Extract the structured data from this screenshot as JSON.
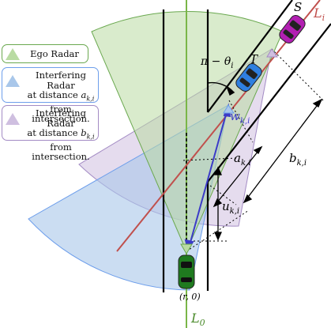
{
  "legend": {
    "ego": "Ego Radar",
    "interf_a": "Interfering Radar at distance a",
    "interf_a_line1": "Interfering Radar",
    "interf_a_line2_pre": "at distance ",
    "interf_a_sym": "a",
    "interf_a_sub": "k,i",
    "interf_a_line3": "from intersection.",
    "interf_b_line1": "Interfering Radar",
    "interf_b_line2_pre": "at distance ",
    "interf_b_sym": "b",
    "interf_b_sub": "k,i",
    "interf_b_line3": "from intersection."
  },
  "labels": {
    "S": "S",
    "T": "T",
    "L_i_main": "L",
    "L_i_sub": "i",
    "L_0_main": "L",
    "L_0_sub": "0",
    "angle": "π − θ",
    "angle_sub": "i",
    "w_main": "w",
    "w_sub": "k,i",
    "a_main": "a",
    "a_sub": "k,i",
    "b_main": "b",
    "b_sub": "k,i",
    "u_main": "u",
    "u_sub": "k,i",
    "origin": "(r, 0)"
  },
  "colors": {
    "ego_fill": "#b9dba3",
    "ego_stroke": "#6aa84f",
    "blue_fill": "#a9c7ea",
    "blue_stroke": "#6d9eeb",
    "purple_fill": "#cfbfe0",
    "purple_stroke": "#a38bc4",
    "line_red": "#c0504d",
    "line_green": "#7ab648",
    "vector_blue": "#3b3bc8",
    "car_green": "#1f7a1f",
    "car_blue": "#2f7fe0",
    "car_purple": "#b21fb2"
  },
  "icons": {
    "ego_marker": "triangle-green-icon",
    "interferer_a_marker": "triangle-blue-icon",
    "interferer_b_marker": "triangle-purple-icon"
  }
}
